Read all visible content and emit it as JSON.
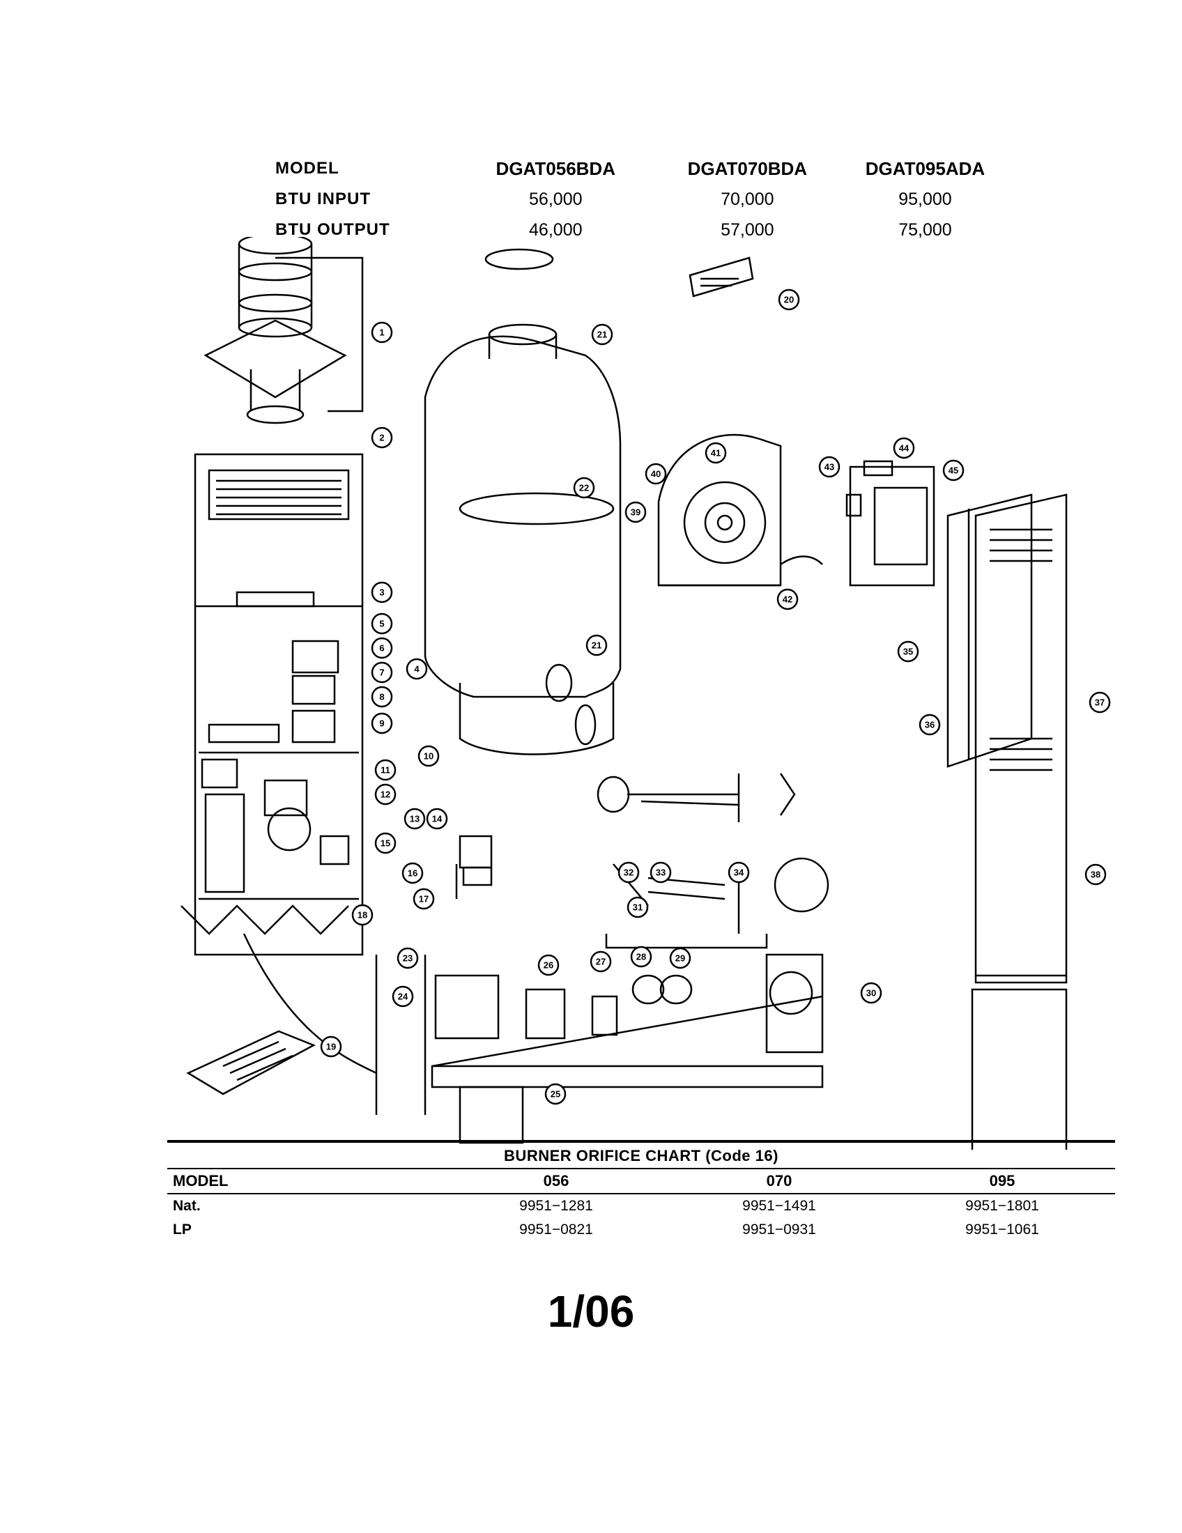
{
  "spec_table": {
    "headers": [
      "MODEL",
      "DGAT056BDA",
      "DGAT070BDA",
      "DGAT095ADA"
    ],
    "btu_input": [
      "BTU INPUT",
      "56,000",
      "70,000",
      "95,000"
    ],
    "btu_output": [
      "BTU OUTPUT",
      "46,000",
      "57,000",
      "75,000"
    ]
  },
  "callouts": [
    "1",
    "2",
    "3",
    "4",
    "5",
    "6",
    "7",
    "8",
    "9",
    "10",
    "11",
    "12",
    "13",
    "14",
    "15",
    "16",
    "17",
    "18",
    "19",
    "20",
    "21",
    "21",
    "22",
    "23",
    "24",
    "25",
    "26",
    "27",
    "28",
    "29",
    "30",
    "31",
    "32",
    "33",
    "34",
    "35",
    "36",
    "37",
    "38",
    "39",
    "40",
    "41",
    "42",
    "43",
    "44",
    "45"
  ],
  "orifice_chart": {
    "title": "BURNER ORIFICE CHART (Code 16)",
    "headers": [
      "MODEL",
      "056",
      "070",
      "095"
    ],
    "rows": [
      [
        "Nat.",
        "9951−1281",
        "9951−1491",
        "9951−1801"
      ],
      [
        "LP",
        "9951−0821",
        "9951−0931",
        "9951−1061"
      ]
    ]
  },
  "footer_date": "1/06"
}
